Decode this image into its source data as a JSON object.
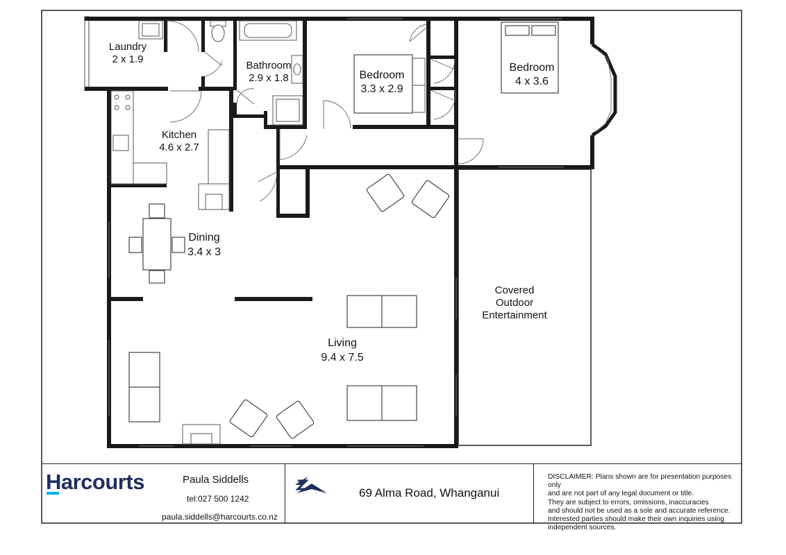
{
  "rooms": {
    "laundry": {
      "name": "Laundry",
      "size": "2 x 1.9"
    },
    "bathroom": {
      "name": "Bathroom",
      "size": "2.9 x 1.8"
    },
    "bedroom2": {
      "name": "Bedroom",
      "size": "3.3 x 2.9"
    },
    "bedroom1": {
      "name": "Bedroom",
      "size": "4 x 3.6"
    },
    "kitchen": {
      "name": "Kitchen",
      "size": "4.6 x 2.7"
    },
    "dining": {
      "name": "Dining",
      "size": "3.4 x 3"
    },
    "living": {
      "name": "Living",
      "size": "9.4 x 7.5"
    },
    "outdoor": {
      "line1": "Covered",
      "line2": "Outdoor",
      "line3": "Entertainment"
    }
  },
  "footer": {
    "brand": "Harcourts",
    "agent_name": "Paula Siddells",
    "agent_tel": "tel:027 500 1242",
    "agent_email": "paula.siddells@harcourts.co.nz",
    "address": "69 Alma Road, Whanganui",
    "north_icon": "north-arrow-icon",
    "disclaimer": "DISCLAIMER:  Plans shown are for presentation purposes only\nand are not part of any legal document or title.\nThey are subject to errors, omissions, inaccuracies\nand should not be used as a sole and accurate reference.\nInterested parties should make their own inquiries using\nindependent sources."
  },
  "colors": {
    "brand_navy": "#1f2f5c",
    "brand_cyan": "#00aeef",
    "wall": "#1a1a1a"
  }
}
